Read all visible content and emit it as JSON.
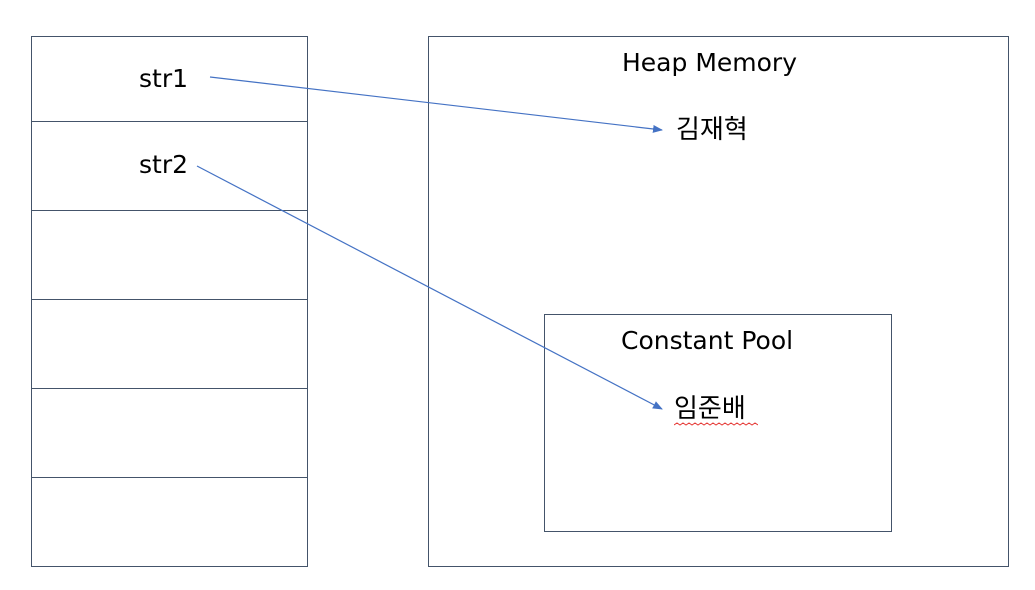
{
  "stack": {
    "variables": [
      {
        "name": "str1"
      },
      {
        "name": "str2"
      }
    ]
  },
  "heap": {
    "title": "Heap Memory",
    "value": "김재혁"
  },
  "constant_pool": {
    "title": "Constant Pool",
    "value": "임준배"
  },
  "colors": {
    "border": "#44546a",
    "arrow": "#4472c4",
    "spellcheck": "#e53935"
  }
}
